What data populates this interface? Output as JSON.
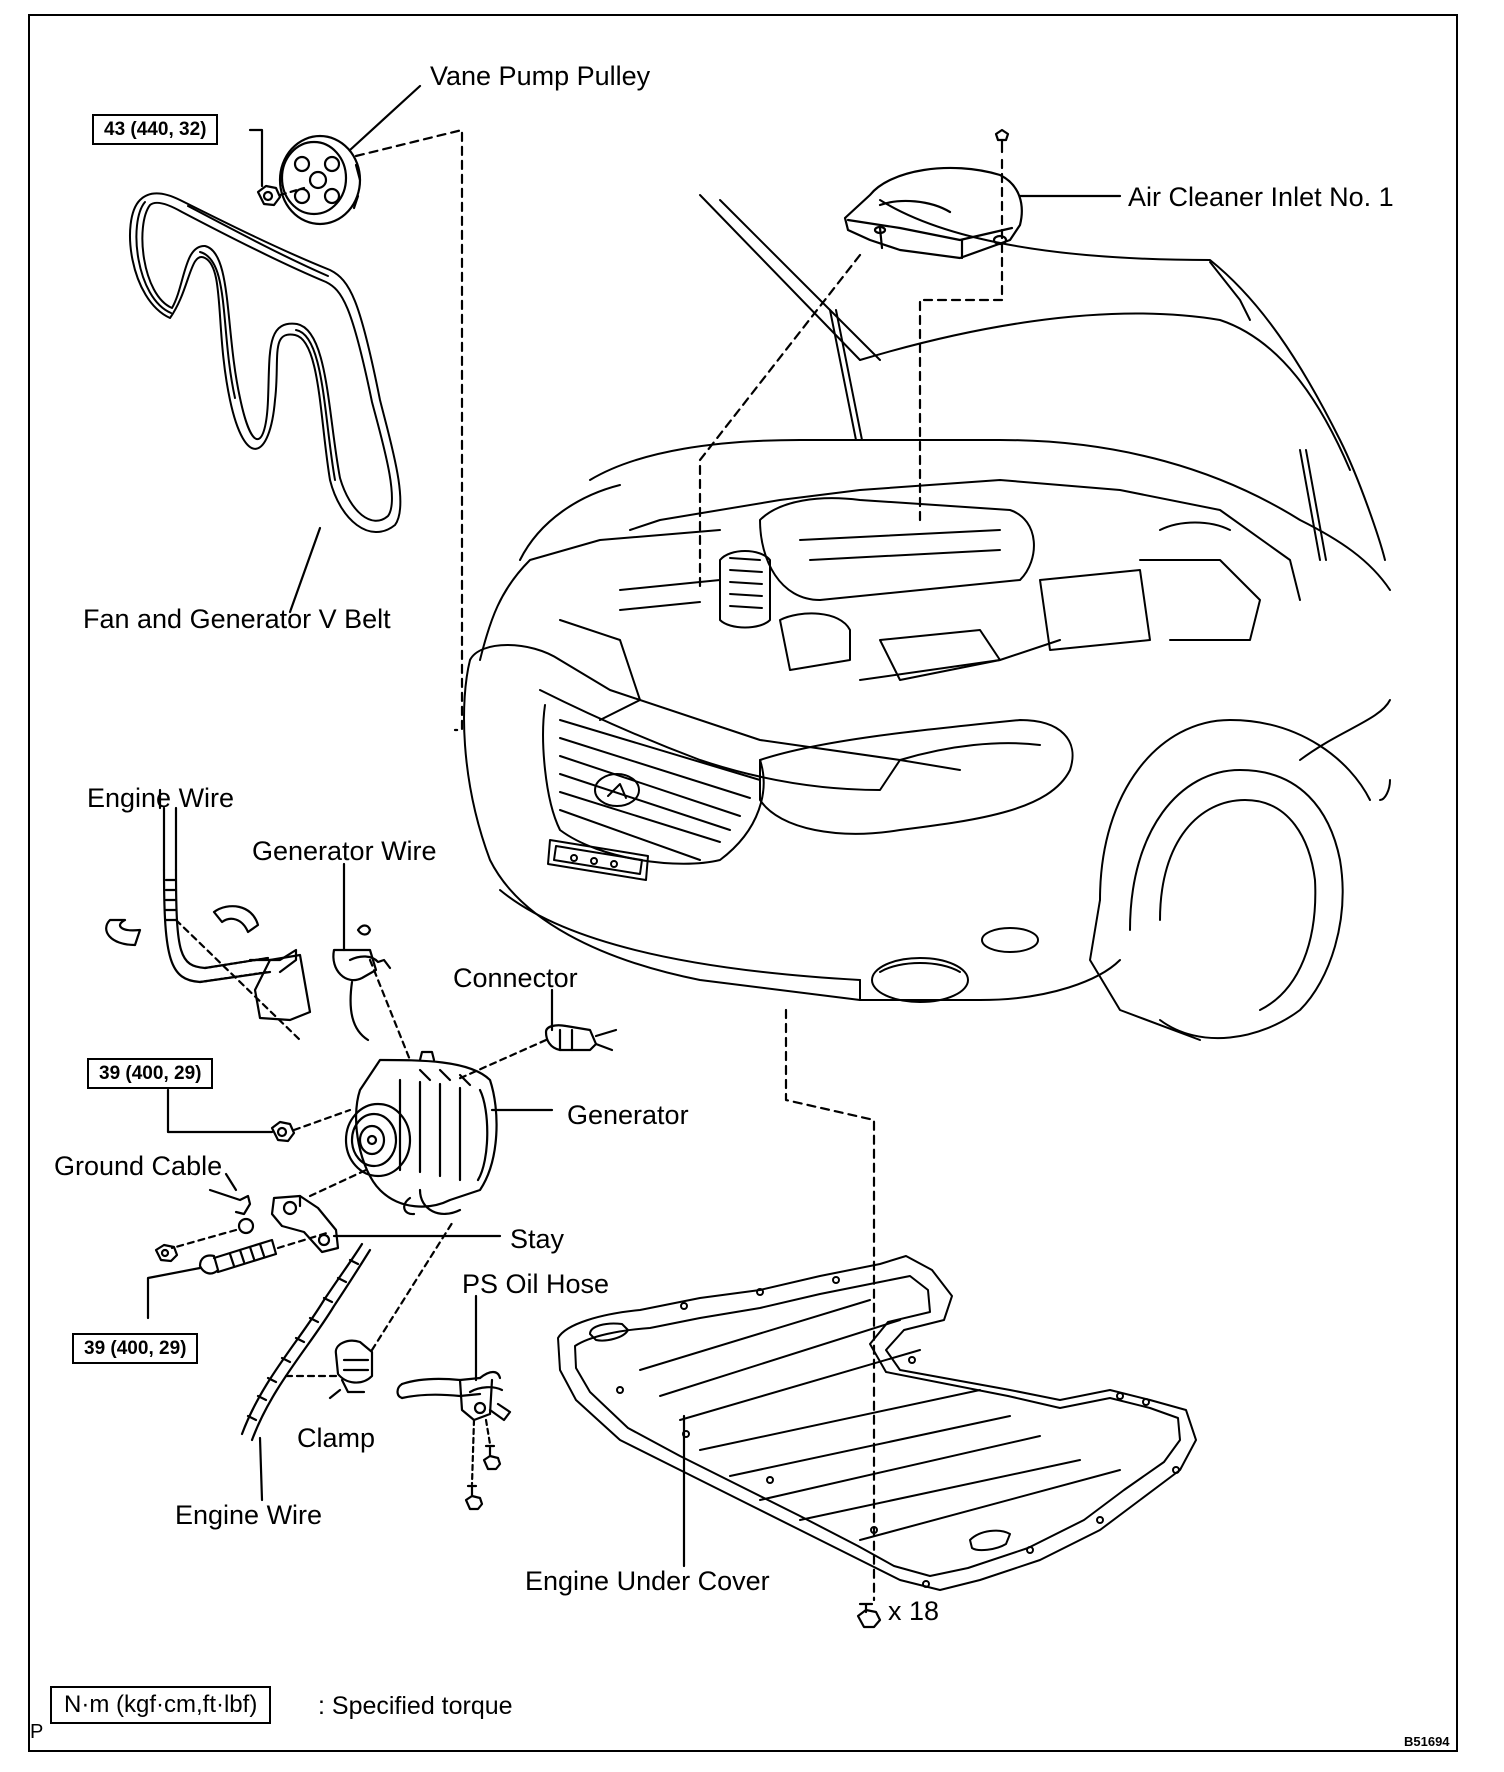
{
  "labels": {
    "vane_pump_pulley": "Vane Pump Pulley",
    "air_cleaner_inlet": "Air Cleaner Inlet No. 1",
    "fan_generator_belt": "Fan and Generator V Belt",
    "engine_wire_top": "Engine Wire",
    "generator_wire": "Generator Wire",
    "connector": "Connector",
    "generator": "Generator",
    "ground_cable": "Ground Cable",
    "stay": "Stay",
    "ps_oil_hose": "PS Oil Hose",
    "clamp": "Clamp",
    "engine_wire_bottom": "Engine Wire",
    "engine_under_cover": "Engine Under Cover",
    "bolt_count": "x 18"
  },
  "torques": {
    "pulley_nut": "43 (440, 32)",
    "generator_nut": "39 (400, 29)",
    "generator_bolt": "39 (400, 29)"
  },
  "legend": {
    "unit": "N·m (kgf·cm,ft·lbf)",
    "meaning": ": Specified torque"
  },
  "corner_marks": {
    "left": "P",
    "figure_code": "B51694"
  }
}
